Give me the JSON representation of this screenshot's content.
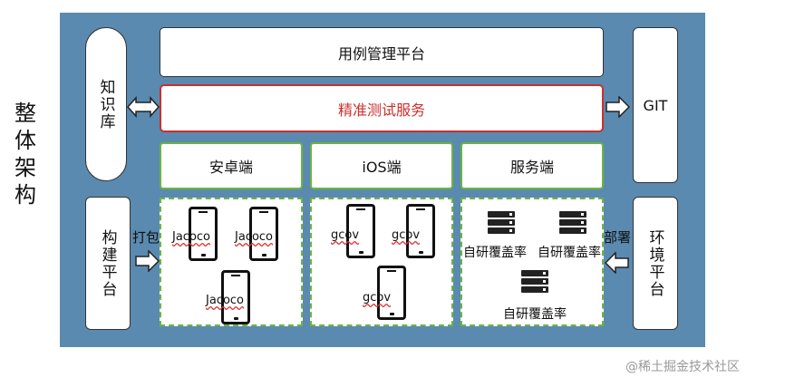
{
  "title": "整体架构",
  "top_box": "用例管理平台",
  "precise_box": "精准测试服务",
  "columns": [
    "安卓端",
    "iOS端",
    "服务端"
  ],
  "left_top_pill": "知识库",
  "left_bottom_box": "构建平台",
  "right_top_box": "GIT",
  "right_bottom_box": "环境平台",
  "pack_label": "打包",
  "deploy_label": "部署",
  "android_labels": [
    "Jacoco",
    "Jacoco",
    "Jacoco"
  ],
  "ios_labels": [
    "gcov",
    "gcov",
    "gcov"
  ],
  "server_labels": [
    "自研覆盖率",
    "自研覆盖率",
    "自研覆盖率"
  ],
  "watermark": "@稀土掘金技术社区"
}
